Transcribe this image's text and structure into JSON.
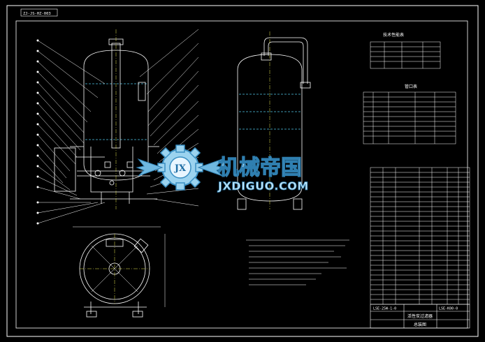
{
  "sheet": {
    "code": "ZJ-JS-HZ-003"
  },
  "tables": {
    "tech_params_title": "技术性能表",
    "nozzle_title": "管口表"
  },
  "title_block": {
    "top_left": "LSE-25W-1-0",
    "top_right": "LSE-K00-0",
    "name": "活性炭过滤器",
    "subname": "总装图"
  },
  "watermark": {
    "cn": "机械帝国",
    "en": "JXDIGUO.COM",
    "logo_letters": "JX"
  },
  "colors": {
    "background": "#000000",
    "line": "#ffffff",
    "accent_cyan": "#4fc3e8",
    "accent_yellow": "#e8e84f"
  }
}
